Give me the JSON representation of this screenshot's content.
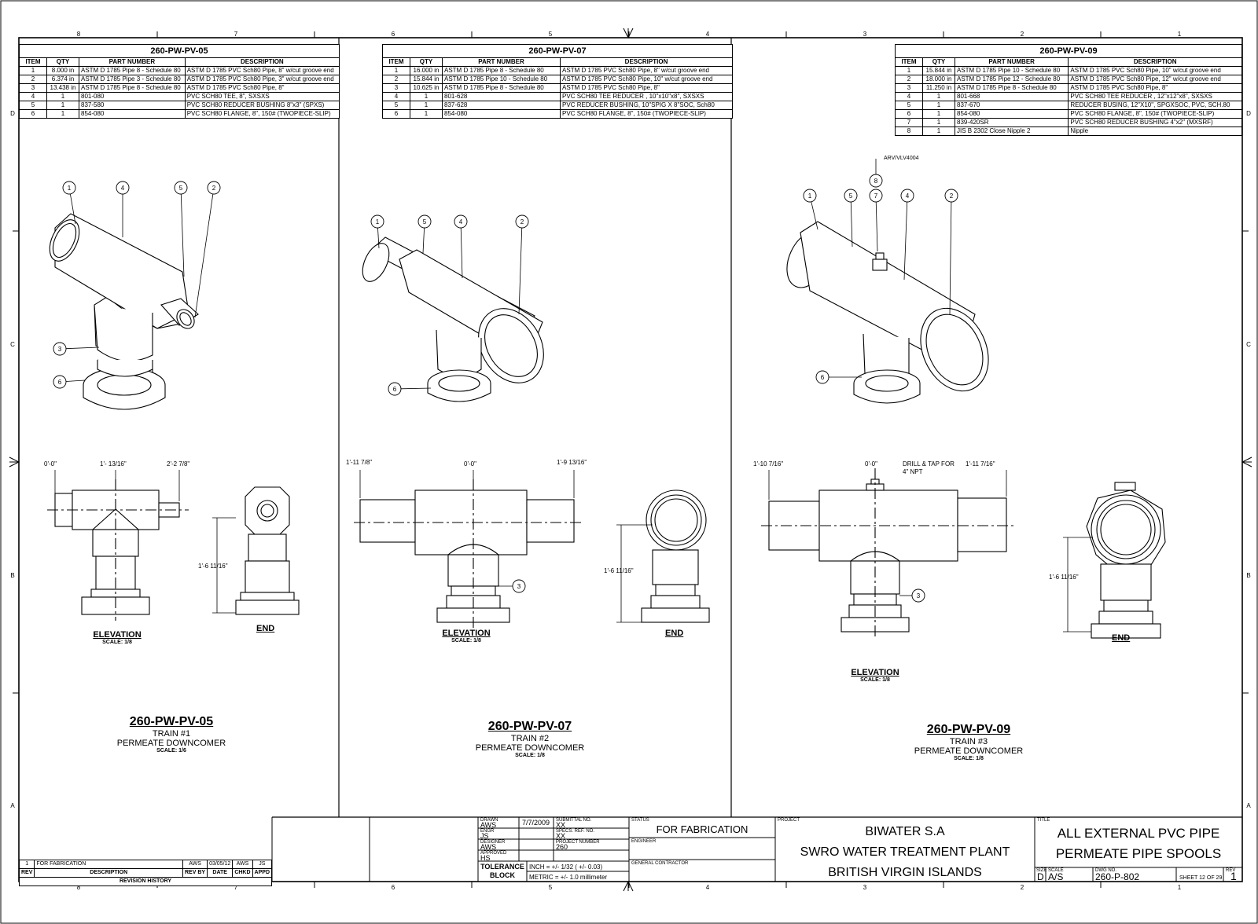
{
  "zones": {
    "cols": [
      "8",
      "7",
      "6",
      "5",
      "4",
      "3",
      "2",
      "1"
    ],
    "rows": [
      "D",
      "C",
      "B",
      "A"
    ]
  },
  "col_headers": {
    "item": "ITEM",
    "qty": "QTY",
    "part": "PART NUMBER",
    "desc": "DESCRIPTION"
  },
  "boms": [
    {
      "title": "260-PW-PV-05",
      "rows": [
        [
          "1",
          "8.000 in",
          "ASTM D 1785 Pipe 8 - Schedule 80",
          "ASTM D 1785 PVC Sch80 Pipe, 8\" w/cut groove end"
        ],
        [
          "2",
          "6.374 in",
          "ASTM D 1785 Pipe 3 - Schedule 80",
          "ASTM D 1785 PVC Sch80 Pipe, 3\" w/cut groove end"
        ],
        [
          "3",
          "13.438 in",
          "ASTM D 1785 Pipe 8 - Schedule 80",
          "ASTM D 1785 PVC Sch80 Pipe, 8\""
        ],
        [
          "4",
          "1",
          "801-080",
          "PVC SCH80 TEE, 8\", SXSXS"
        ],
        [
          "5",
          "1",
          "837-580",
          "PVC SCH80 REDUCER BUSHING 8\"x3\" (SPXS)"
        ],
        [
          "6",
          "1",
          "854-080",
          "PVC SCH80 FLANGE, 8\", 150# (TWOPIECE-SLIP)"
        ]
      ]
    },
    {
      "title": "260-PW-PV-07",
      "rows": [
        [
          "1",
          "16.000 in",
          "ASTM D 1785 Pipe 8 - Schedule 80",
          "ASTM D 1785 PVC Sch80 Pipe, 8\" w/cut groove end"
        ],
        [
          "2",
          "15.844 in",
          "ASTM D 1785 Pipe 10 - Schedule 80",
          "ASTM D 1785 PVC Sch80 Pipe, 10\" w/cut groove end"
        ],
        [
          "3",
          "10.625 in",
          "ASTM D 1785 Pipe 8 - Schedule 80",
          "ASTM D 1785 PVC Sch80 Pipe, 8\""
        ],
        [
          "4",
          "1",
          "801-628",
          "PVC SCH80 TEE REDUCER , 10\"x10\"x8\", SXSXS"
        ],
        [
          "5",
          "1",
          "837-628",
          "PVC REDUCER BUSHING, 10\"SPIG X 8\"SOC, Sch80"
        ],
        [
          "6",
          "1",
          "854-080",
          "PVC SCH80 FLANGE, 8\", 150# (TWOPIECE-SLIP)"
        ]
      ]
    },
    {
      "title": "260-PW-PV-09",
      "rows": [
        [
          "1",
          "15.844 in",
          "ASTM D 1785 Pipe 10 - Schedule 80",
          "ASTM D 1785 PVC Sch80 Pipe, 10\" w/cut groove end"
        ],
        [
          "2",
          "18.000 in",
          "ASTM D 1785 Pipe 12 - Schedule 80",
          "ASTM D 1785 PVC Sch80 Pipe, 12\" w/cut groove end"
        ],
        [
          "3",
          "11.250 in",
          "ASTM D 1785 Pipe 8 - Schedule 80",
          "ASTM D 1785 PVC Sch80 Pipe, 8\""
        ],
        [
          "4",
          "1",
          "801-668",
          "PVC SCH80 TEE REDUCER , 12\"x12\"x8\", SXSXS"
        ],
        [
          "5",
          "1",
          "837-670",
          "REDUCER BUSING, 12\"X10\", SPGXSOC, PVC, SCH.80"
        ],
        [
          "6",
          "1",
          "854-080",
          "PVC SCH80 FLANGE, 8\", 150# (TWOPIECE-SLIP)"
        ],
        [
          "7",
          "1",
          "839-420SR",
          "PVC SCH80 REDUCER BUSHING 4\"x2\" (MXSRF)"
        ],
        [
          "8",
          "1",
          "JIS B 2302 Close Nipple 2",
          "Nipple"
        ]
      ]
    }
  ],
  "views": {
    "v05": {
      "title": "260-PW-PV-05",
      "train": "TRAIN #1",
      "name": "PERMEATE DOWNCOMER",
      "scale": "SCALE: 1/6",
      "dim_left": "0'-0\"",
      "dim_mid": "1'- 13/16\"",
      "dim_right": "2'-2 7/8\"",
      "dim_height": "1'-6 11/16\""
    },
    "v07": {
      "title": "260-PW-PV-07",
      "train": "TRAIN #2",
      "name": "PERMEATE DOWNCOMER",
      "scale": "SCALE: 1/8",
      "dim_left": "1'-11 7/8\"",
      "dim_mid": "0'-0\"",
      "dim_right": "1'-9 13/16\"",
      "dim_height": "1'-6 11/16\""
    },
    "v09": {
      "title": "260-PW-PV-09",
      "train": "TRAIN #3",
      "name": "PERMEATE DOWNCOMER",
      "scale": "SCALE: 1/8",
      "dim_left": "1'-10 7/16\"",
      "dim_mid": "0'-0\"",
      "dim_right": "1'-11 7/16\"",
      "dim_height": "1'-6 11/16\"",
      "note": "DRILL & TAP FOR",
      "note2": "4\" NPT",
      "arv": "ARV/VLV4004"
    }
  },
  "labels": {
    "elevation": "ELEVATION",
    "end": "END",
    "scale18": "SCALE: 1/8"
  },
  "balloons": [
    "1",
    "2",
    "3",
    "4",
    "5",
    "6",
    "7",
    "8"
  ],
  "revision": {
    "rev": "REV",
    "description": "DESCRIPTION",
    "rev_by": "REV BY",
    "date": "DATE",
    "chkd": "CHKD",
    "appd": "APPD",
    "history": "REVISION HISTORY",
    "row_rev": "1",
    "row_desc": "FOR FABRICATION",
    "row_by": "AWS",
    "row_date": "03/05/12",
    "row_chkd": "AWS",
    "row_appd": "JS"
  },
  "title_block": {
    "drawn_lbl": "DRAWN",
    "drawn": "AWS",
    "date": "7/7/2009",
    "subm_lbl": "SUBMITTAL NO.",
    "subm": "XX",
    "engr_lbl": "ENGR",
    "engr": "JS",
    "specs_lbl": "SPECS. REF. NO.",
    "specs": "XX",
    "dsgn_lbl": "DESIGNER",
    "dsgn": "AWS",
    "proj_lbl": "PROJECT NUMBER",
    "proj": "260",
    "appr_lbl": "APPROVED",
    "appr": "HS",
    "tol1": "TOLERANCE",
    "tol2": "BLOCK",
    "tol_inch": "INCH = +/- 1/32 ( +/- 0.03)",
    "tol_metric": "METRIC = +/- 1.0 millimeter",
    "status_lbl": "STATUS",
    "status": "FOR FABRICATION",
    "engineer_lbl": "ENGINEER",
    "gc_lbl": "GENERAL CONTRACTOR",
    "project_lbl": "PROJECT",
    "project1": "BIWATER S.A",
    "project2": "SWRO WATER TREATMENT PLANT",
    "project3": "BRITISH VIRGIN ISLANDS",
    "title_lbl": "TITLE",
    "title1": "ALL EXTERNAL PVC PIPE",
    "title2": "PERMEATE PIPE SPOOLS",
    "size_lbl": "SIZE",
    "size": "D",
    "scale_lbl": "SCALE",
    "scale": "A/S",
    "dwg_lbl": "DWG NO.",
    "dwg": "260-P-802",
    "sheet": "SHEET 12  OF 29",
    "rev_lbl": "REV",
    "rev": "1"
  }
}
